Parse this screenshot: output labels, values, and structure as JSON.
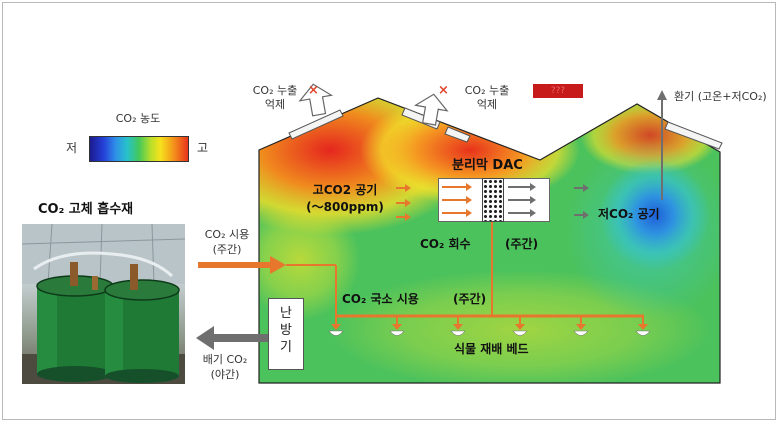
{
  "legend": {
    "title": "CO₂ 농도",
    "low": "저",
    "high": "고"
  },
  "absorbent": {
    "title": "CO₂ 고체 흡수재"
  },
  "flows": {
    "supply": {
      "line1": "CO₂ 시용",
      "line2": "(주간)"
    },
    "exhaust": {
      "line1": "배기 CO₂",
      "line2": "(야간)"
    }
  },
  "roof_labels": [
    {
      "line1": "CO₂ 누출",
      "line2": "억제",
      "mark": "×"
    },
    {
      "line1": "CO₂ 누출",
      "line2": "억제",
      "mark": "×"
    }
  ],
  "red_box_text": "???",
  "ventilation": "환기 (고온+저CO₂)",
  "dac": {
    "title": "분리막 DAC",
    "recovery": "CO₂ 회수",
    "daytime": "(주간)"
  },
  "high_co2_air": {
    "line1": "고CO2 공기",
    "line2": "(～800ppm)"
  },
  "low_co2_air": "저CO₂ 공기",
  "local_use": {
    "label": "CO₂ 국소 시용",
    "daytime": "(주간)"
  },
  "beds": "식물 재배 베드",
  "heater": [
    "난",
    "방",
    "기"
  ],
  "colors": {
    "arrow_orange": "#e8772e",
    "arrow_gray": "#6f6f6f",
    "red_box": "#c71a1a"
  }
}
